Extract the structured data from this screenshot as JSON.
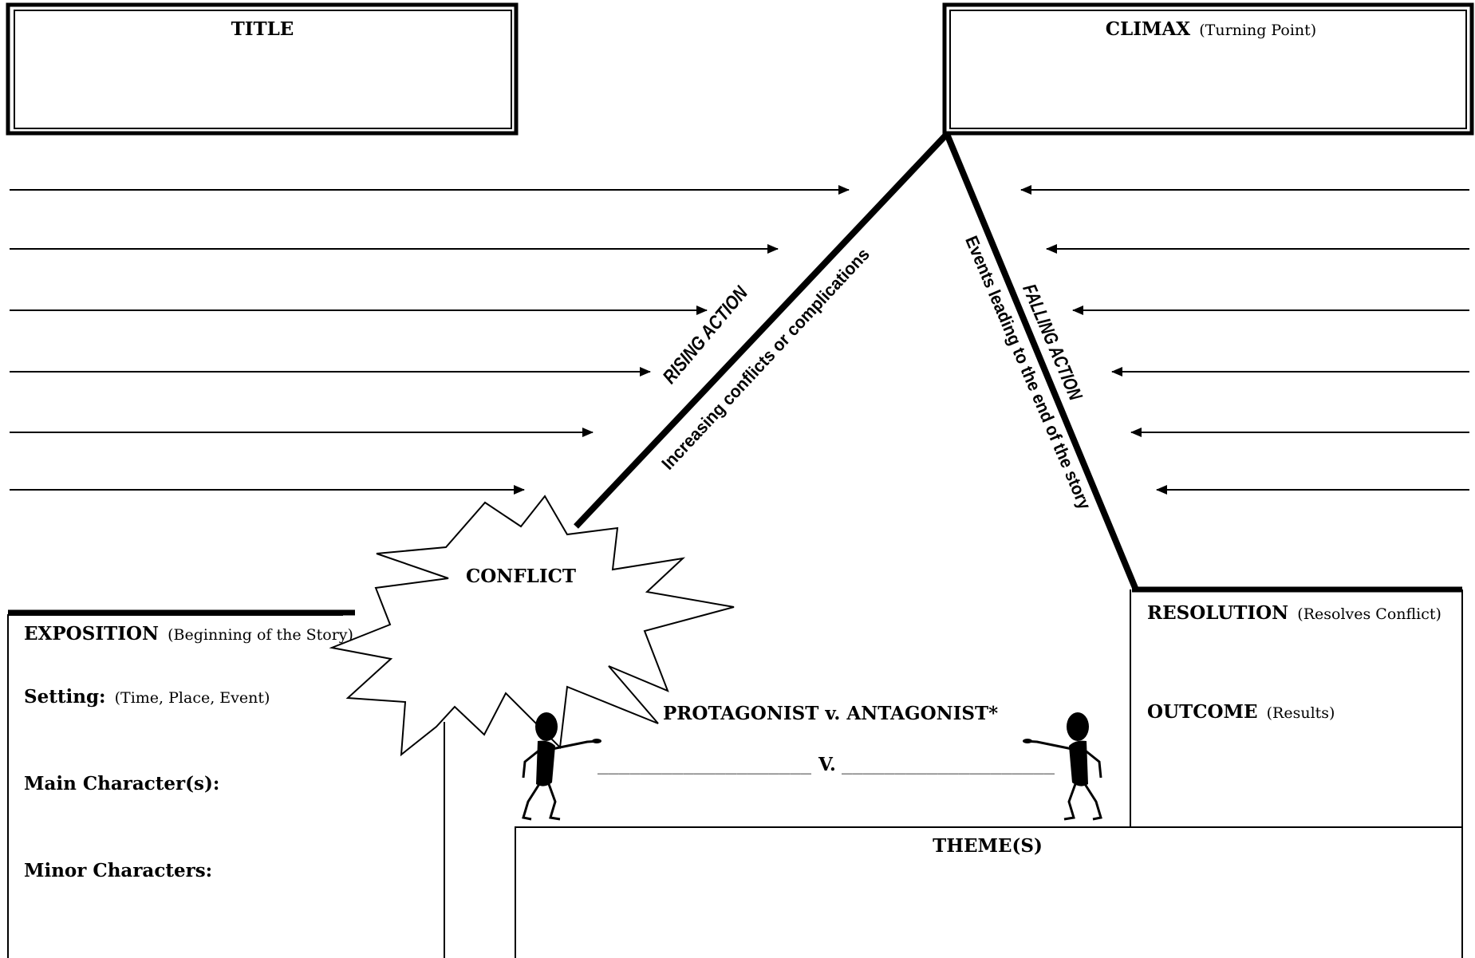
{
  "title_box": {
    "label": "TITLE"
  },
  "climax_box": {
    "label": "CLIMAX",
    "sublabel": "(Turning Point)"
  },
  "rising_action": {
    "label": "RISING ACTION",
    "sublabel": "Increasing conflicts or complications"
  },
  "falling_action": {
    "label": "FALLING ACTION",
    "sublabel": "Events leading to the end of the story"
  },
  "conflict": {
    "label": "CONFLICT"
  },
  "exposition": {
    "label": "EXPOSITION",
    "sublabel": "(Beginning of the Story)",
    "setting_label": "Setting:",
    "setting_sublabel": "(Time, Place, Event)",
    "main_characters_label": "Main Character(s):",
    "minor_characters_label": "Minor Characters:"
  },
  "protagonist": {
    "label": "PROTAGONIST v. ANTAGONIST*",
    "blank_left": "____________________",
    "versus": "V.",
    "blank_right": "____________________"
  },
  "resolution": {
    "label": "RESOLUTION",
    "sublabel": "(Resolves Conflict)",
    "outcome_label": "OUTCOME",
    "outcome_sublabel": "(Results)"
  },
  "theme": {
    "label": "THEME(S)"
  },
  "icons": {
    "left_figure": "pointing-stick-figure-icon",
    "right_figure": "pointing-stick-figure-icon"
  }
}
